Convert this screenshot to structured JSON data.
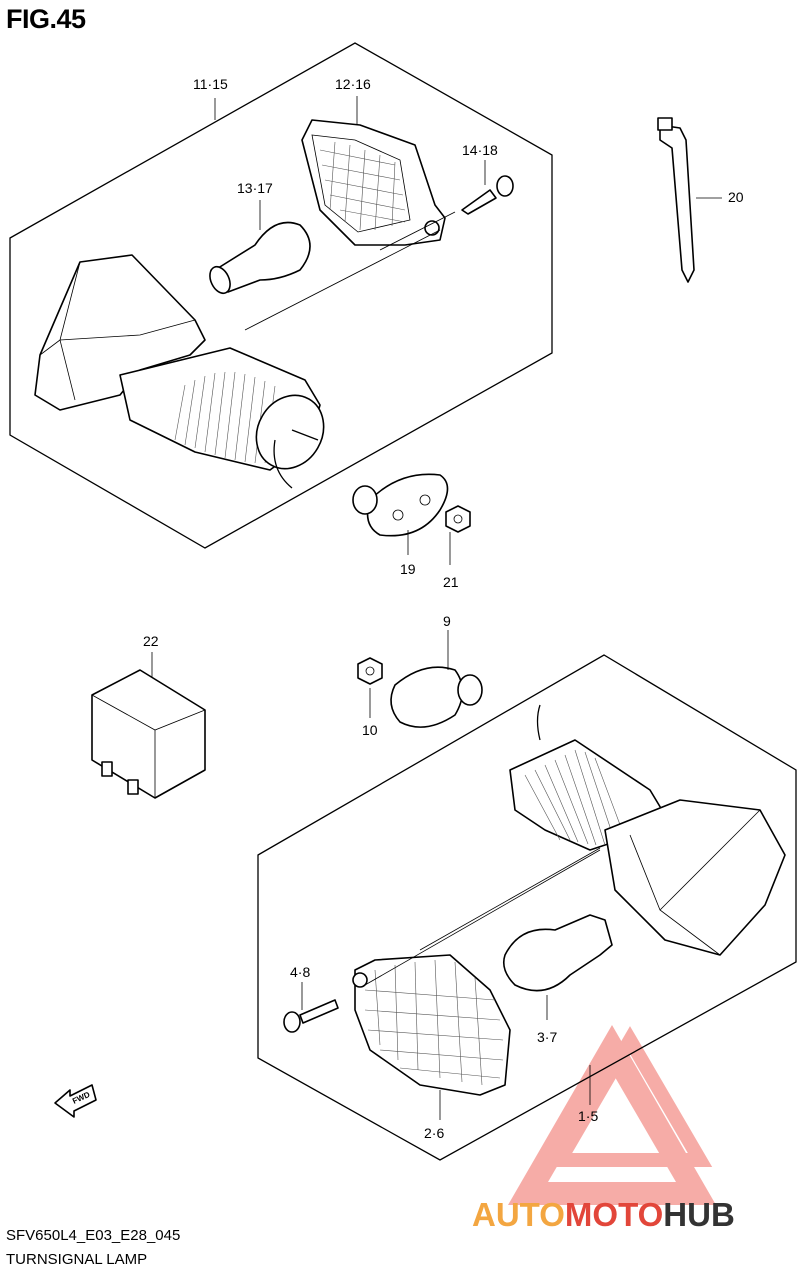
{
  "figure_title": "FIG.45",
  "footer": {
    "model_code": "SFV650L4_E03_E28_045",
    "section_name": "TURNSIGNAL LAMP"
  },
  "callouts": {
    "c11_15": "11·15",
    "c12_16": "12·16",
    "c13_17": "13·17",
    "c14_18": "14·18",
    "c20": "20",
    "c19": "19",
    "c21": "21",
    "c9": "9",
    "c10": "10",
    "c22": "22",
    "c4_8": "4·8",
    "c3_7": "3·7",
    "c2_6": "2·6",
    "c1_5": "1·5"
  },
  "fwd_label": "FWD",
  "watermark": {
    "part1": "AUTO",
    "part2": "MOTO",
    "part3": "HUB",
    "color1": "#f3a641",
    "color2": "#e2463a",
    "color3": "#333333"
  }
}
